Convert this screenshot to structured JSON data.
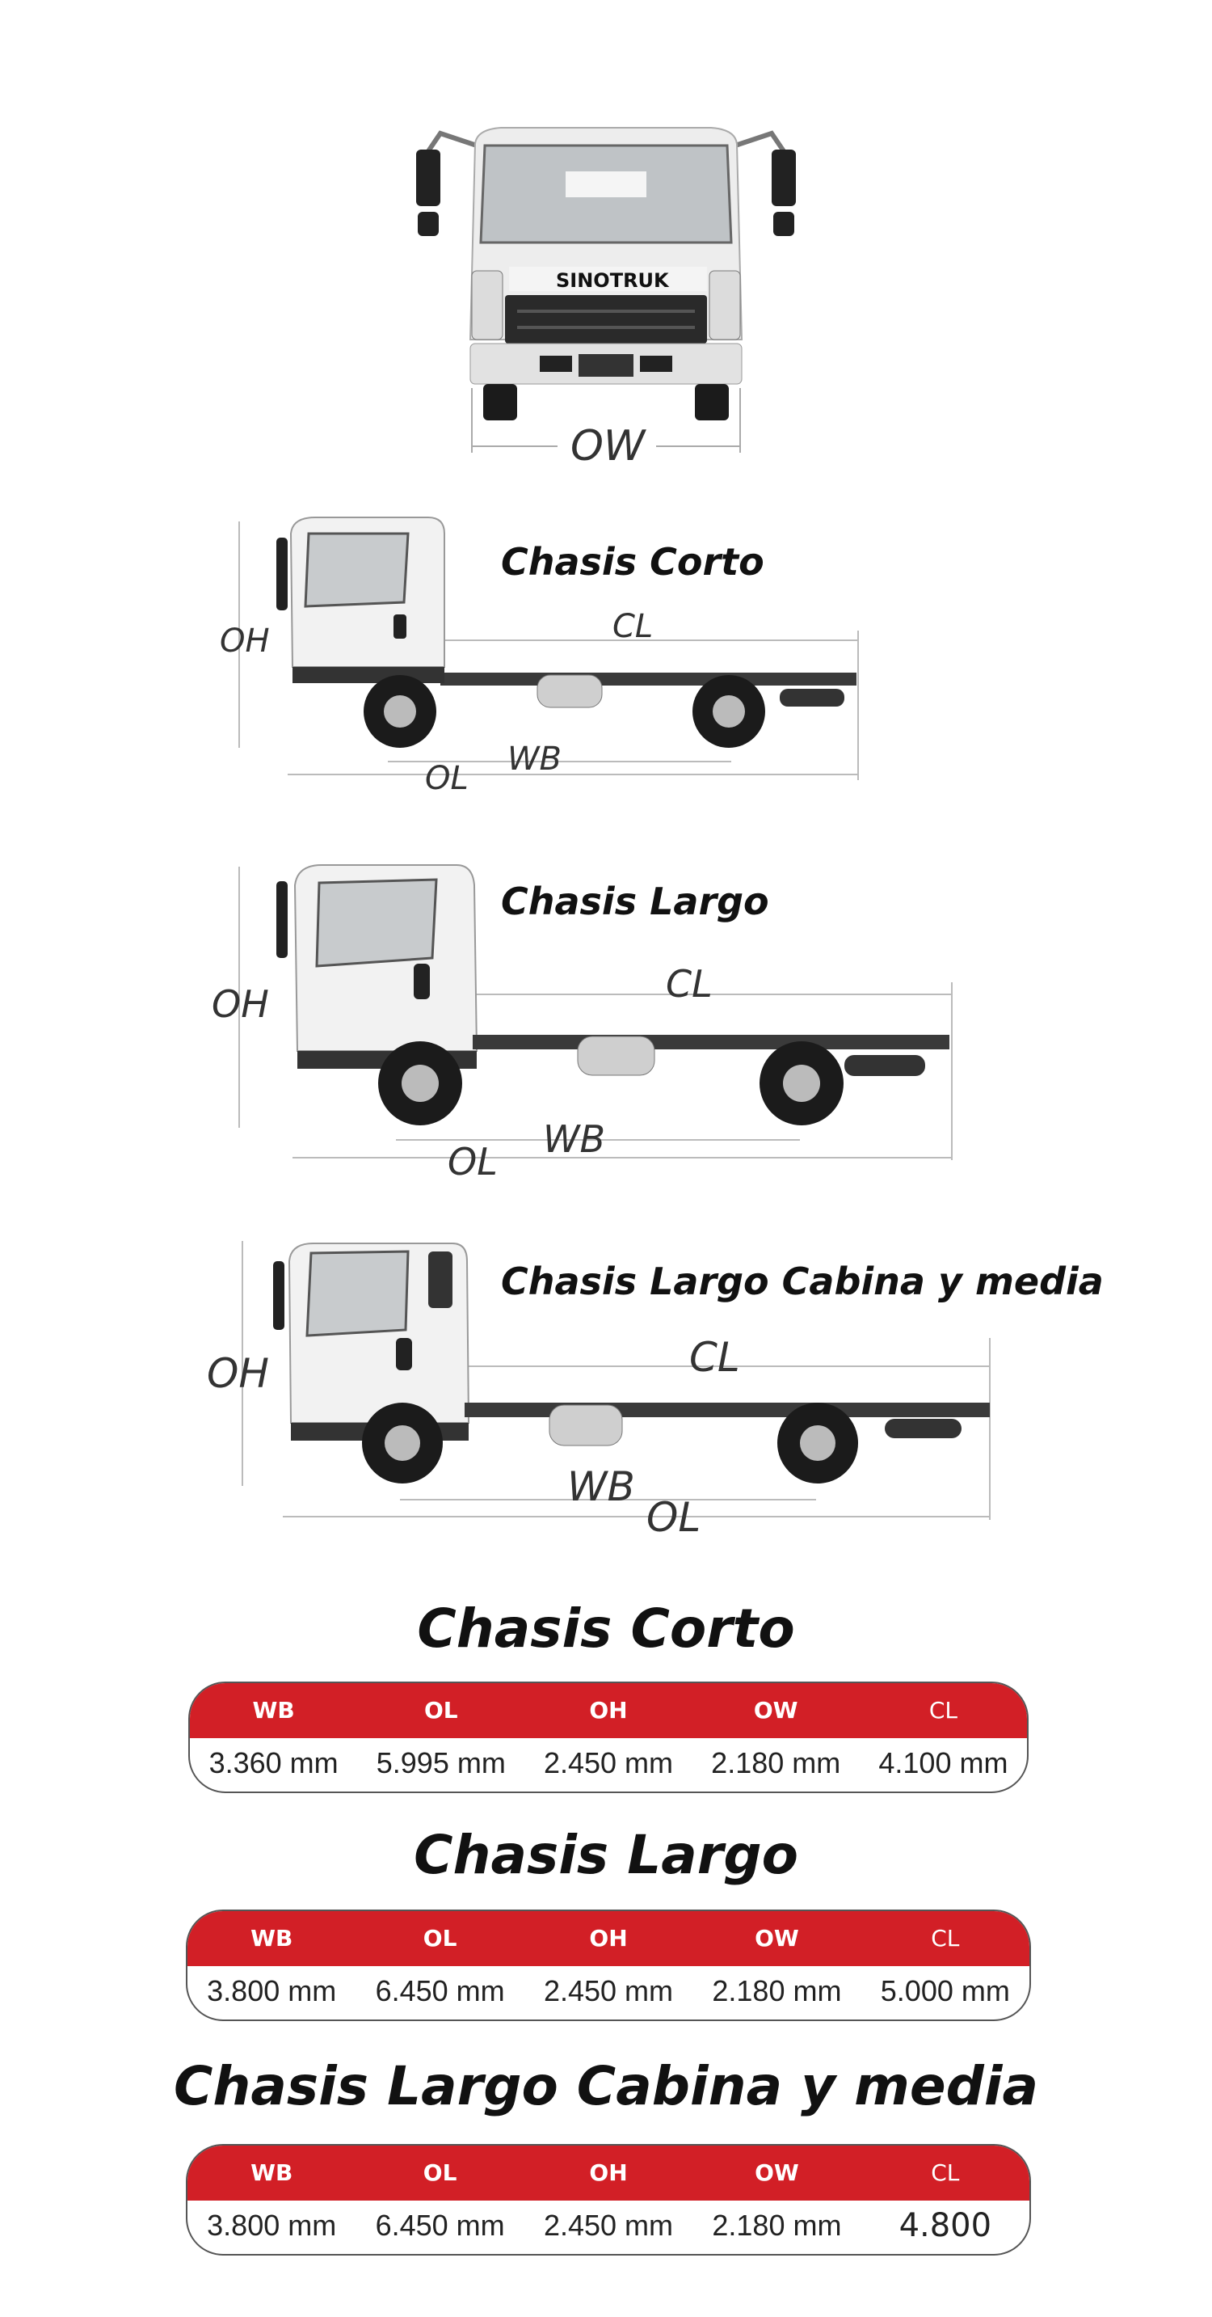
{
  "front_view": {
    "brand_text": "SINOTRUK",
    "dim_label": "OW"
  },
  "diagrams": [
    {
      "title": "Chasis Corto",
      "labels": {
        "oh": "OH",
        "cl": "CL",
        "wb": "WB",
        "ol": "OL"
      }
    },
    {
      "title": "Chasis Largo",
      "labels": {
        "oh": "OH",
        "cl": "CL",
        "wb": "WB",
        "ol": "OL"
      }
    },
    {
      "title": "Chasis Largo Cabina y media",
      "labels": {
        "oh": "OH",
        "cl": "CL",
        "wb": "WB",
        "ol": "OL"
      }
    }
  ],
  "spec_tables": [
    {
      "title": "Chasis Corto",
      "headers": [
        "WB",
        "OL",
        "OH",
        "OW",
        "CL"
      ],
      "values": [
        "3.360 mm",
        "5.995 mm",
        "2.450 mm",
        "2.180 mm",
        "4.100 mm"
      ]
    },
    {
      "title": "Chasis Largo",
      "headers": [
        "WB",
        "OL",
        "OH",
        "OW",
        "CL"
      ],
      "values": [
        "3.800 mm",
        "6.450 mm",
        "2.450 mm",
        "2.180 mm",
        "5.000 mm"
      ]
    },
    {
      "title": "Chasis Largo Cabina y media",
      "headers": [
        "WB",
        "OL",
        "OH",
        "OW",
        "CL"
      ],
      "values": [
        "3.800 mm",
        "6.450 mm",
        "2.450 mm",
        "2.180 mm",
        "4.800"
      ]
    }
  ],
  "colors": {
    "accent": "#d21f26",
    "cab": "#f2f2f2",
    "chassis": "#3a3a3a",
    "tire": "#1b1b1b"
  }
}
